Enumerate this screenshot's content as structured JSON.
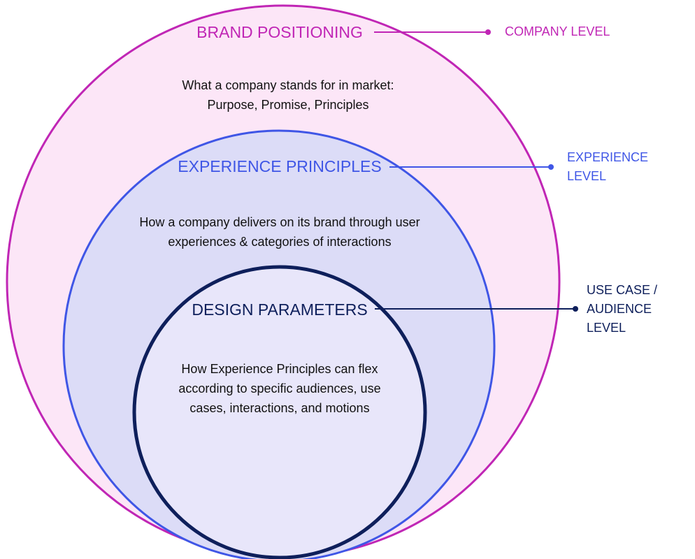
{
  "brand": {
    "title": "BRAND POSITIONING",
    "desc_line1": "What a company stands for in market:",
    "desc_line2": "Purpose, Promise, Principles",
    "level": "COMPANY LEVEL",
    "color": "#C026B5",
    "fill": "#FCE6F7"
  },
  "experience": {
    "title": "EXPERIENCE PRINCIPLES",
    "desc_line1": "How a company delivers on its brand through user",
    "desc_line2": "experiences & categories of interactions",
    "level_line1": "EXPERIENCE",
    "level_line2": "LEVEL",
    "color": "#3F56E6",
    "fill": "#DCDCF7"
  },
  "design": {
    "title": "DESIGN PARAMETERS",
    "desc_line1": "How Experience Principles can flex",
    "desc_line2": "according to specific audiences, use",
    "desc_line3": "cases, interactions, and motions",
    "level_line1": "USE CASE /",
    "level_line2": "AUDIENCE",
    "level_line3": "LEVEL",
    "color": "#0E1F5B",
    "fill": "#E8E6FA"
  }
}
